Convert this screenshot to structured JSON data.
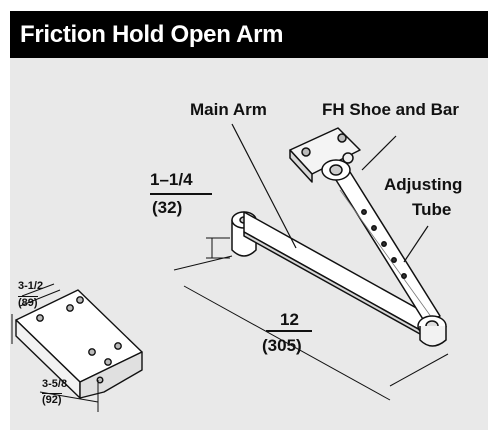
{
  "title": "Friction Hold Open Arm",
  "labels": {
    "main_arm": "Main Arm",
    "fh_shoe": "FH Shoe and Bar",
    "adjusting_line1": "Adjusting",
    "adjusting_line2": "Tube"
  },
  "dimensions": {
    "height_in": "1–1/4",
    "height_mm": "(32)",
    "length_in": "12",
    "length_mm": "(305)",
    "bracket_width_in": "3-1/2",
    "bracket_width_mm": "(89)",
    "bracket_depth_in": "3-5/8",
    "bracket_depth_mm": "(92)"
  },
  "colors": {
    "title_bg": "#000000",
    "title_text": "#ffffff",
    "panel_bg": "#e9e9e9",
    "line": "#111111"
  }
}
